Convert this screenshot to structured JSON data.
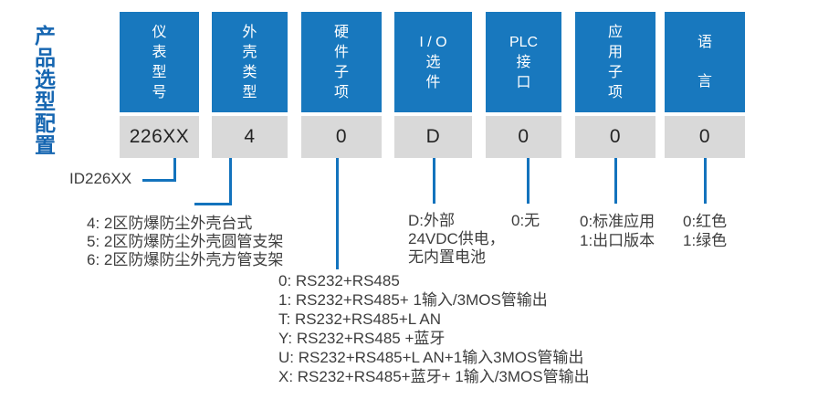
{
  "title": "产品选型配置",
  "columns": [
    {
      "header_lines": [
        "仪",
        "表",
        "型",
        "号"
      ],
      "value": "226XX"
    },
    {
      "header_lines": [
        "外",
        "壳",
        "类",
        "型"
      ],
      "value": "4"
    },
    {
      "header_lines": [
        "硬",
        "件",
        "子",
        "项"
      ],
      "value": "0"
    },
    {
      "header_lines": [
        "I / O",
        "选",
        "件"
      ],
      "value": "D"
    },
    {
      "header_lines": [
        "PLC",
        "接",
        "口"
      ],
      "value": "0"
    },
    {
      "header_lines": [
        "应",
        "用",
        "子",
        "项"
      ],
      "value": "0"
    },
    {
      "header_lines": [
        "语",
        "言"
      ],
      "value": "0"
    }
  ],
  "annotations": {
    "meter_model": "ID226XX",
    "enclosure_type_options": [
      "4: 2区防爆防尘外壳台式",
      "5: 2区防爆防尘外壳圆管支架",
      "6: 2区防爆防尘外壳方管支架"
    ],
    "hardware_subitem_options": [
      "0: RS232+RS485",
      "1: RS232+RS485+ 1输入/3MOS管输出",
      "T: RS232+RS485+L AN",
      "Y: RS232+RS485 +蓝牙",
      "U: RS232+RS485+L AN+1输入3MOS管输出",
      "X: RS232+RS485+蓝牙+ 1输入/3MOS管输出"
    ],
    "io_option_lines": [
      "D:外部",
      "24VDC供电，",
      "无内置电池"
    ],
    "plc_interface_option": "0:无",
    "application_subitem_options": [
      "0:标准应用",
      "1:出口版本"
    ],
    "language_options": [
      "0:红色",
      "1:绿色"
    ]
  },
  "colors": {
    "box_blue": "#1878be",
    "line_blue": "#1373bd",
    "title_blue": "#1666b1",
    "value_bg": "#d9d9d9"
  }
}
